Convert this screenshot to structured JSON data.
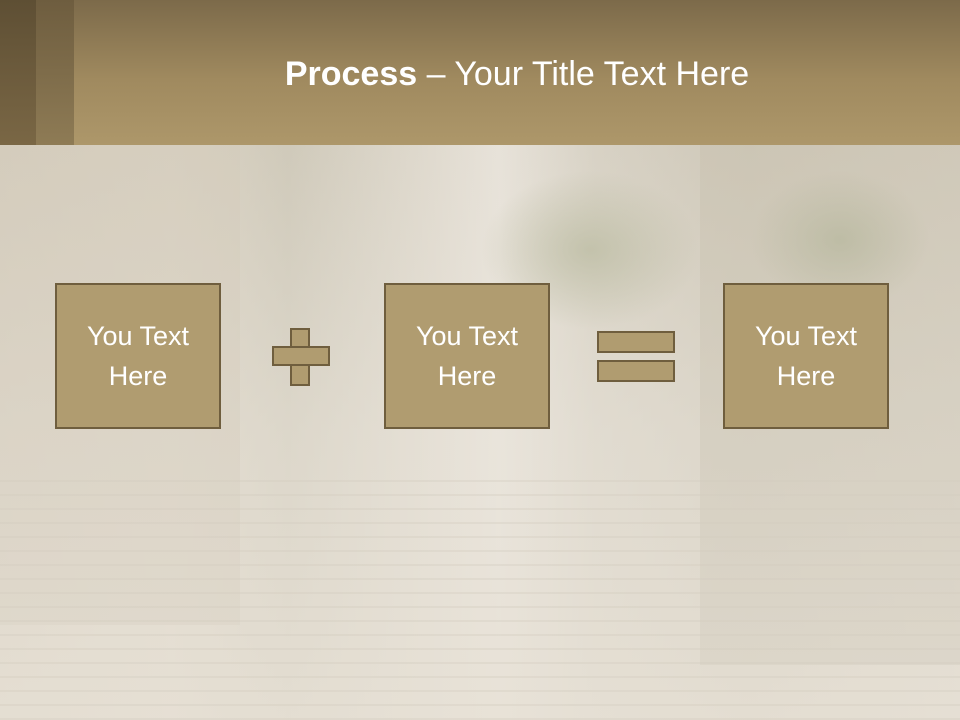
{
  "slide": {
    "title_bold": "Process",
    "title_rest": " – Your Title Text Here",
    "boxes": [
      {
        "text": "You Text Here"
      },
      {
        "text": "You Text Here"
      },
      {
        "text": "You Text Here"
      }
    ],
    "operators": [
      "plus-icon",
      "equals-icon"
    ],
    "colors": {
      "header": "#a08a5f",
      "box_fill": "#b09c70",
      "box_border": "#6f5e3e",
      "text": "#ffffff"
    }
  }
}
